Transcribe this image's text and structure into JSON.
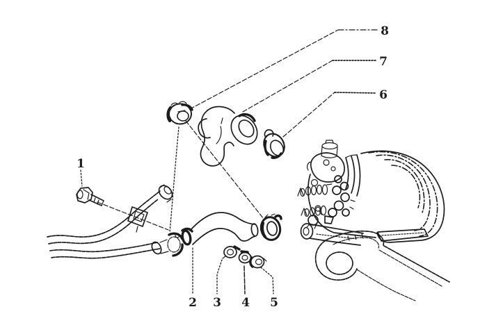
{
  "meta": {
    "kind": "exploded-parts-diagram",
    "visible_text_only_numbers": true
  },
  "colors": {
    "background": "#ffffff",
    "ink": "#1c1c1c"
  },
  "callouts": [
    {
      "label": "1",
      "part": "flange-bolt"
    },
    {
      "label": "2",
      "part": "s-shaped-hose"
    },
    {
      "label": "3",
      "part": "washer"
    },
    {
      "label": "4",
      "part": "hex-nut"
    },
    {
      "label": "5",
      "part": "cap-nut"
    },
    {
      "label": "6",
      "part": "hose-clamp"
    },
    {
      "label": "7",
      "part": "elbow-union"
    },
    {
      "label": "8",
      "part": "ring-nut"
    }
  ]
}
